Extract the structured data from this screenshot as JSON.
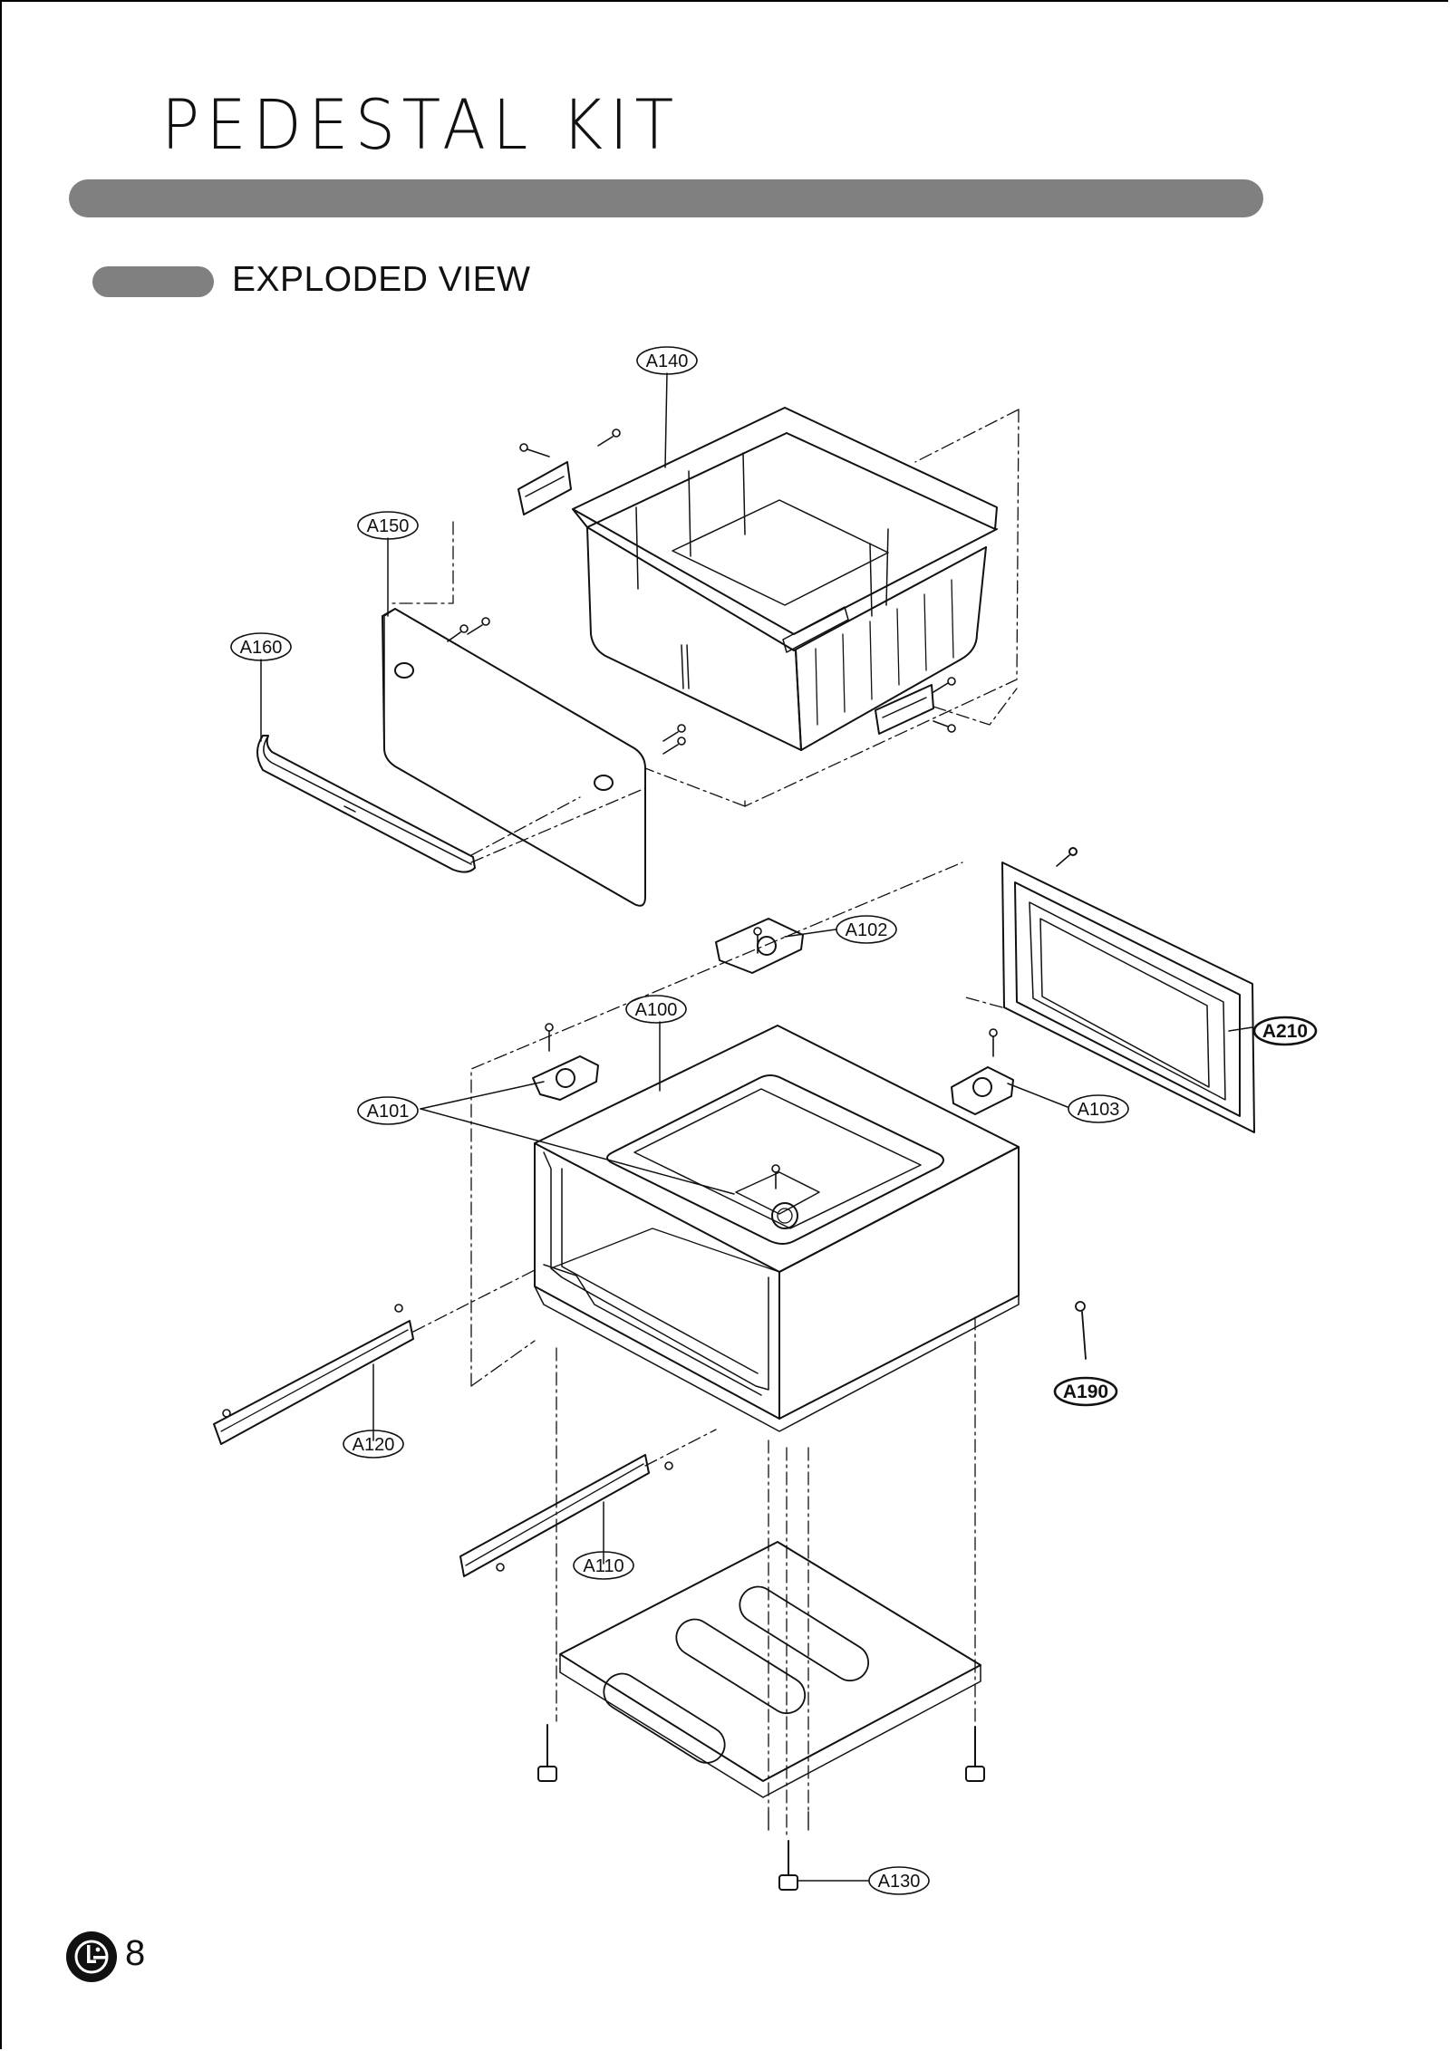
{
  "header": {
    "title": "PEDESTAL KIT",
    "section": "EXPLODED VIEW"
  },
  "callouts": {
    "a140": "A140",
    "a150": "A150",
    "a160": "A160",
    "a102": "A102",
    "a100": "A100",
    "a210": "A210",
    "a101": "A101",
    "a103": "A103",
    "a190": "A190",
    "a120": "A120",
    "a110": "A110",
    "a130": "A130"
  },
  "footer": {
    "page_number": "8",
    "logo_icon": "lg-logo-icon"
  },
  "colors": {
    "bar_gray": "#808080",
    "line": "#111111"
  }
}
